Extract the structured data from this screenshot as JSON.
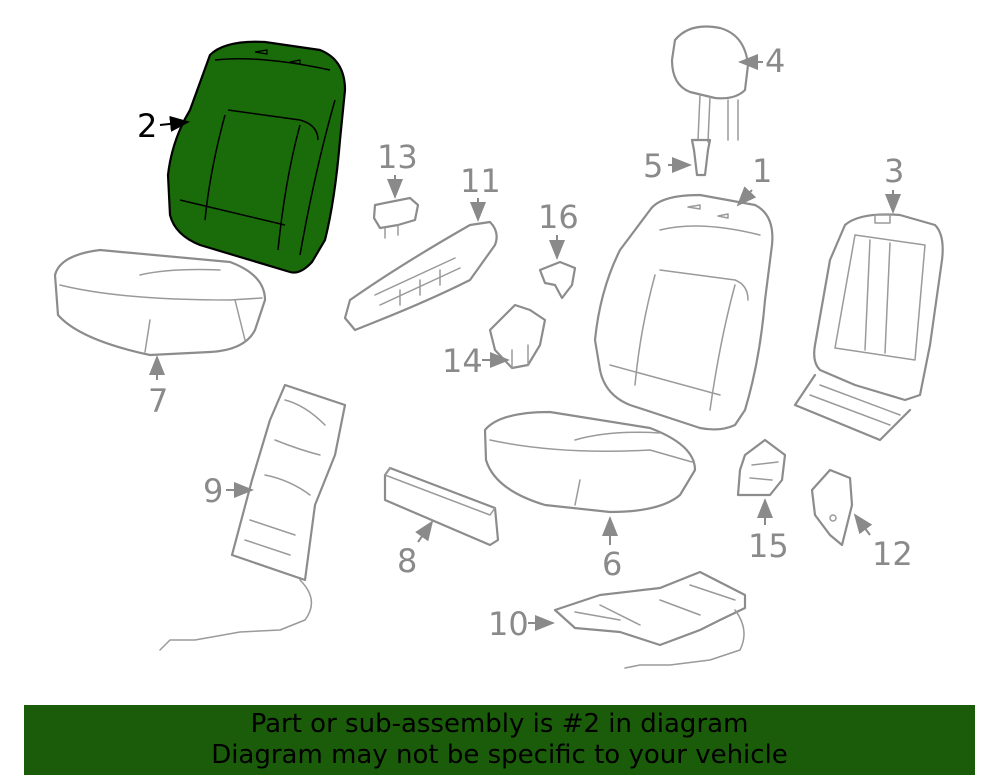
{
  "banner": {
    "line1": "Part or sub-assembly is #2 in diagram",
    "line2": "Diagram may not be specific to your vehicle"
  },
  "highlight_color": "#1a6b0a",
  "callouts": [
    {
      "id": "1",
      "label": "1"
    },
    {
      "id": "2",
      "label": "2",
      "highlighted": true
    },
    {
      "id": "3",
      "label": "3"
    },
    {
      "id": "4",
      "label": "4"
    },
    {
      "id": "5",
      "label": "5"
    },
    {
      "id": "6",
      "label": "6"
    },
    {
      "id": "7",
      "label": "7"
    },
    {
      "id": "8",
      "label": "8"
    },
    {
      "id": "9",
      "label": "9"
    },
    {
      "id": "10",
      "label": "10"
    },
    {
      "id": "11",
      "label": "11"
    },
    {
      "id": "12",
      "label": "12"
    },
    {
      "id": "13",
      "label": "13"
    },
    {
      "id": "14",
      "label": "14"
    },
    {
      "id": "15",
      "label": "15"
    },
    {
      "id": "16",
      "label": "16"
    }
  ]
}
